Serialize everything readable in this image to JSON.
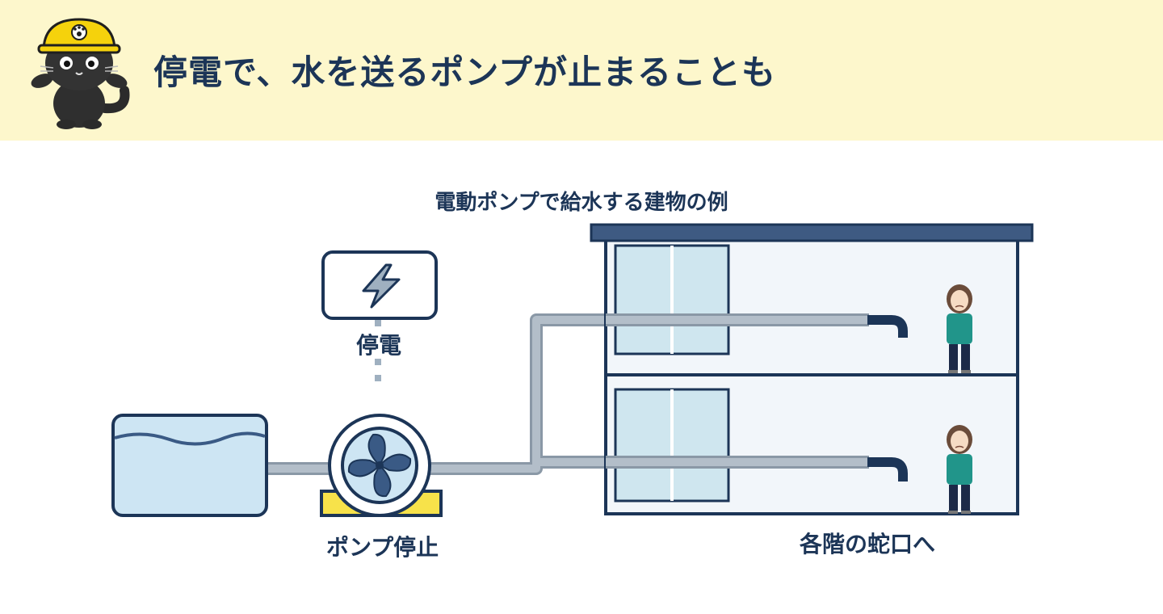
{
  "header": {
    "title": "停電で、水を送るポンプが止まることも",
    "background": "#fdf7cc"
  },
  "mascot": {
    "icon": "black-cat-with-yellow-hard-hat"
  },
  "diagram": {
    "title": "電動ポンプで給水する建物の例",
    "outage_label": "停電",
    "pump_label": "ポンプ停止",
    "faucet_label": "各階の蛇口へ",
    "icons": {
      "power": "lightning-bolt-icon",
      "pump": "fan-pump-icon",
      "tank": "water-tank",
      "building": "two-story-building",
      "person": "worried-person"
    },
    "colors": {
      "navy": "#1c3557",
      "water": "#cde5f3",
      "pipe": "#a9b5c0",
      "base": "#f7e24a",
      "building_bg": "#f2f6fa",
      "window": "#cfe6ef"
    }
  }
}
